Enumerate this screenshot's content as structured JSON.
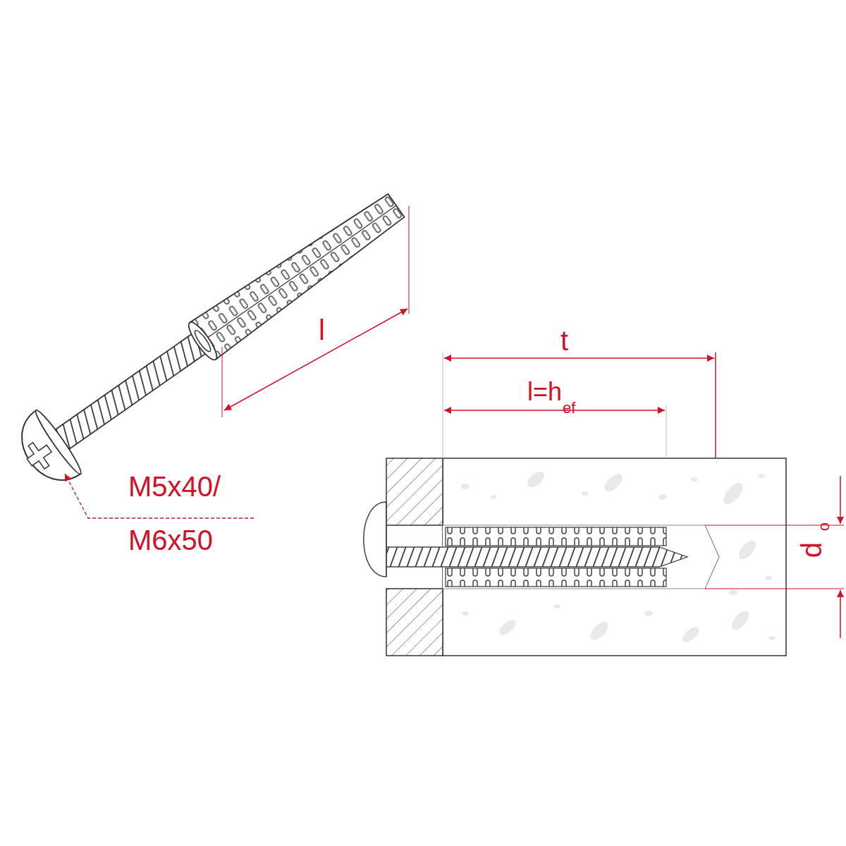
{
  "diagram": {
    "labels": [
      "l",
      "M5x40/ M6x50",
      "t",
      "l=h",
      "ef",
      "d",
      "o"
    ]
  }
}
